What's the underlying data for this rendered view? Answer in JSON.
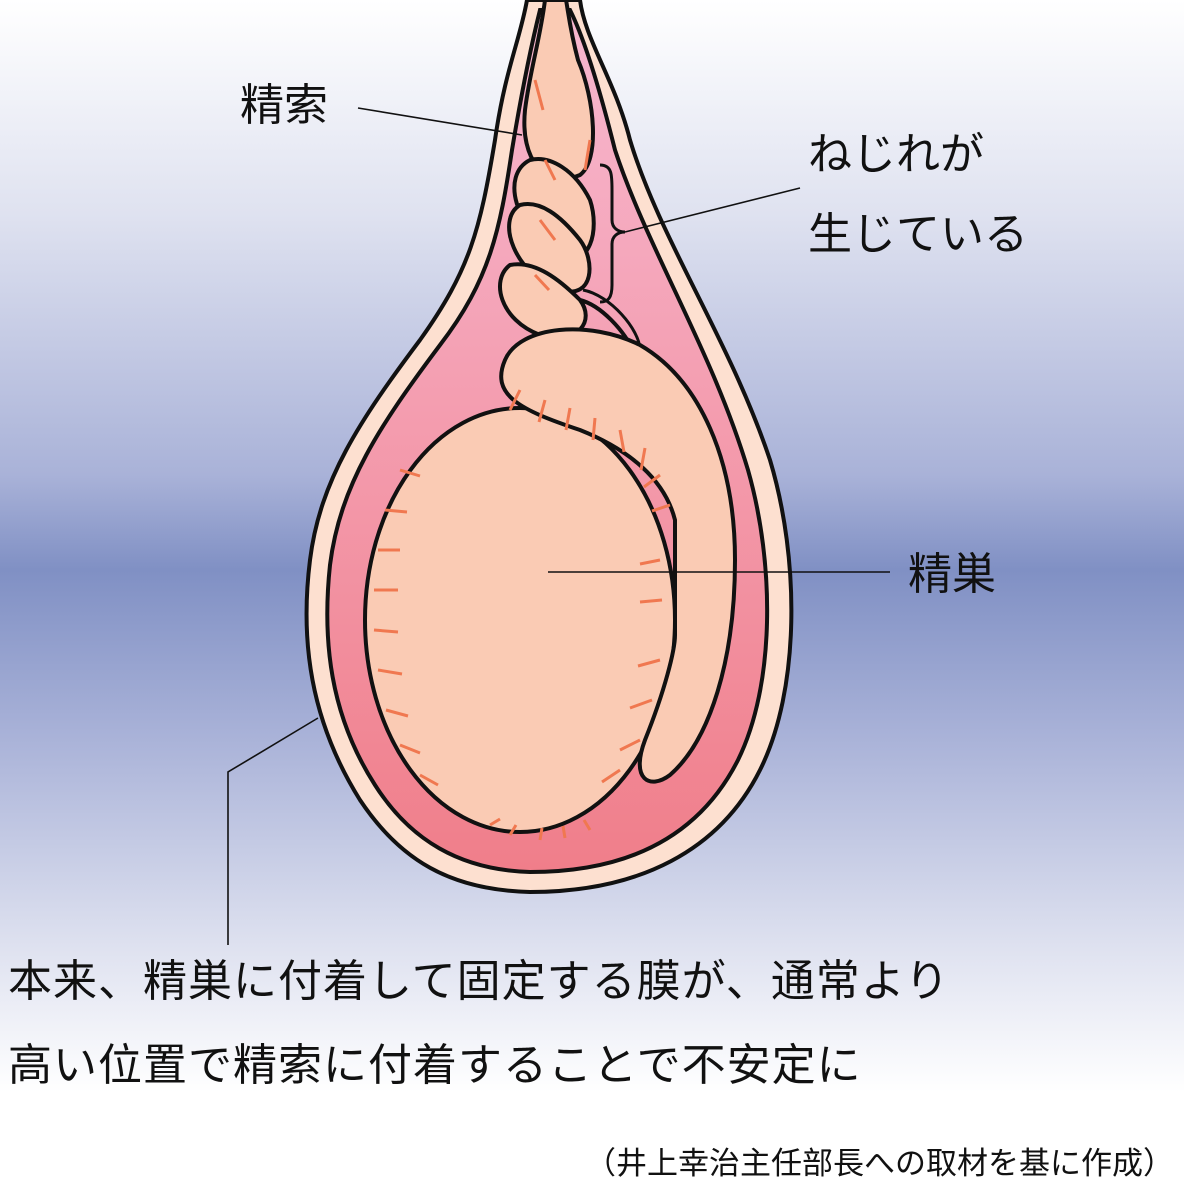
{
  "labels": {
    "spermatic_cord": "精索",
    "torsion_line1": "ねじれが",
    "torsion_line2": "生じている",
    "testis": "精巣"
  },
  "caption": {
    "line1": "本来、精巣に付着して固定する膜が、通常より",
    "line2": "高い位置で精索に付着することで不安定に"
  },
  "source": "（井上幸治主任部長への取材を基に作成）",
  "colors": {
    "background_mid": "#8090c4",
    "skin": "#fde0d0",
    "sac": "#f490a8",
    "organ": "#facbb4",
    "vessels": "#f07850"
  }
}
